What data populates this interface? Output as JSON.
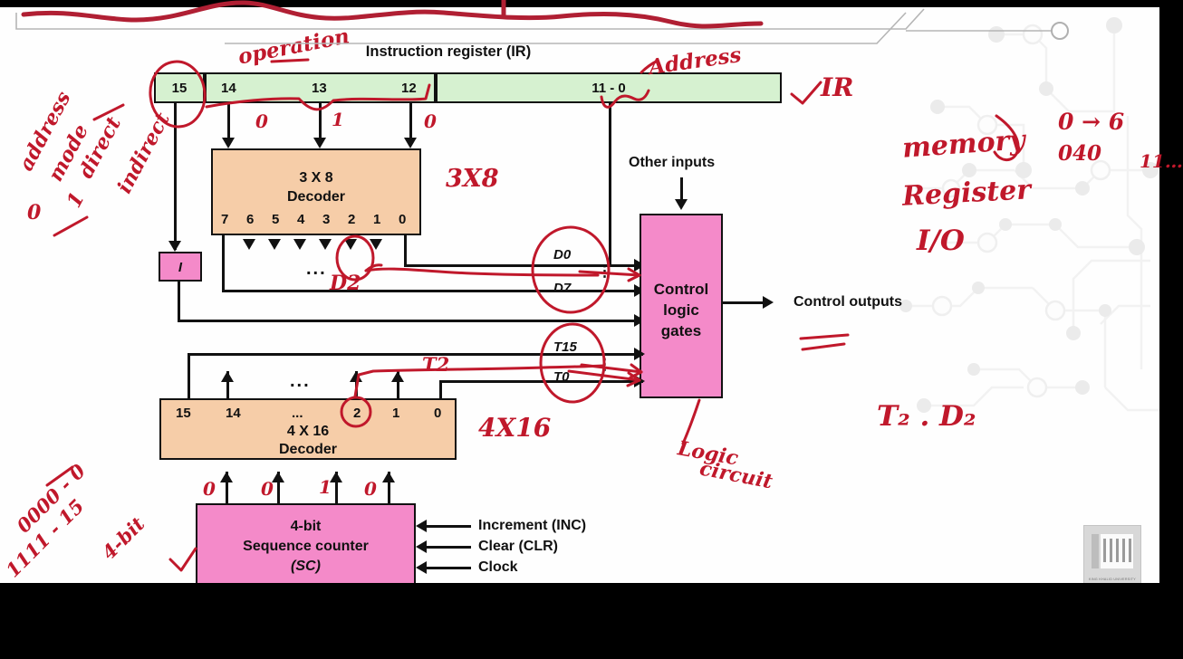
{
  "diagram": {
    "ir": {
      "title": "Instruction register (IR)",
      "title_italic": "IR",
      "fields": [
        "15",
        "14",
        "13",
        "12",
        "11 - 0"
      ]
    },
    "i_box": {
      "label": "I"
    },
    "decoder_38": {
      "title_line1": "3 X 8",
      "title_line2": "Decoder",
      "outputs": [
        "7",
        "6",
        "5",
        "4",
        "3",
        "2",
        "1",
        "0"
      ],
      "ellipsis": "..."
    },
    "decoder_416": {
      "title_line1": "4 X 16",
      "title_line2": "Decoder",
      "outputs": [
        "15",
        "14",
        "...",
        "2",
        "1",
        "0"
      ],
      "ellipsis": "..."
    },
    "sequence_counter": {
      "line1": "4-bit",
      "line2": "Sequence counter",
      "line3": "(SC)",
      "inputs": [
        "Increment (INC)",
        "Clear (CLR)",
        "Clock"
      ]
    },
    "control": {
      "line1": "Control",
      "line2": "logic",
      "line3": "gates",
      "other_inputs": "Other inputs",
      "outputs": "Control outputs",
      "d_first": "D0",
      "d_last": "D7",
      "t_first": "T15",
      "t_last": "T0",
      "vdots": "⋮"
    }
  },
  "annotations": {
    "operation": "operation",
    "address": "Address",
    "ir_check": "IR",
    "checkmark": "✓",
    "bits": {
      "b14": "0",
      "b13": "1",
      "b12": "0"
    },
    "d2": "D2",
    "t2": "T2",
    "decoder38_note": "3X8",
    "decoder416_note": "4X16",
    "logic_circuit_line1": "Logic",
    "logic_circuit_line2": "circuit",
    "t2d2": "T₂ . D₂",
    "left_mode_line1": "address",
    "left_mode_line2": "mode",
    "left_mode_line3": "direct",
    "left_mode_line4": "indirect",
    "left_mode_zero": "0",
    "left_mode_one": "1",
    "left_bottom_line1": "0000 - 0",
    "left_bottom_line2": "1111 - 15",
    "left_bottom_line3": "4-bit",
    "right_list_line1": "memory",
    "right_list_line2": "Register",
    "right_list_line3": "I/O",
    "right_top_line1": "0 → 6",
    "right_top_line2": "040",
    "right_top_line3": "11…",
    "sc_check": "✓",
    "counter_bits": [
      "0",
      "0",
      "1",
      "0"
    ]
  },
  "watermark": {
    "caption": "KING KHALID UNIVERSITY"
  }
}
